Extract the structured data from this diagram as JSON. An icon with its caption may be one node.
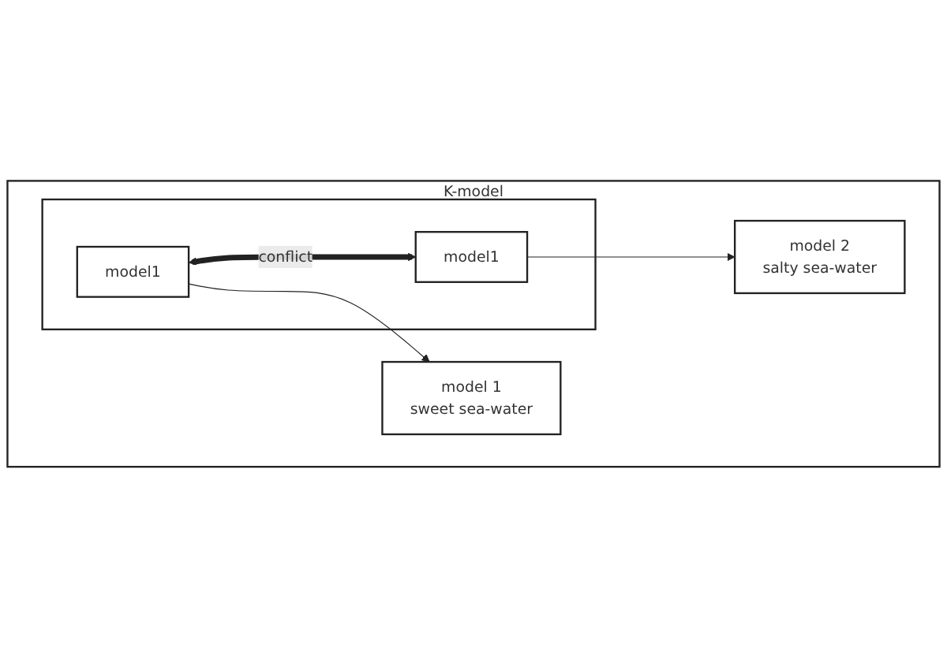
{
  "diagram": {
    "nodes": [
      {
        "text": [
          "K-model"
        ]
      },
      {
        "text": [],
        "shape": "box",
        "in": 0
      },
      {
        "text": [
          "model1"
        ],
        "in": 1
      },
      {
        "text": [
          "model1"
        ],
        "in": 1
      },
      {
        "text": [
          "model 1",
          "sweet sea-water"
        ],
        "in": 0
      },
      {
        "text": [
          "model 2",
          "salty sea-water"
        ],
        "in": 0
      }
    ],
    "edges": [
      {
        "from": 2,
        "to": 3,
        "arrow": "both",
        "label": "conflict",
        "style": "thick"
      },
      {
        "from": 2,
        "to": 4,
        "arrow": "to"
      },
      {
        "from": 3,
        "to": 5,
        "arrow": "to"
      }
    ]
  }
}
